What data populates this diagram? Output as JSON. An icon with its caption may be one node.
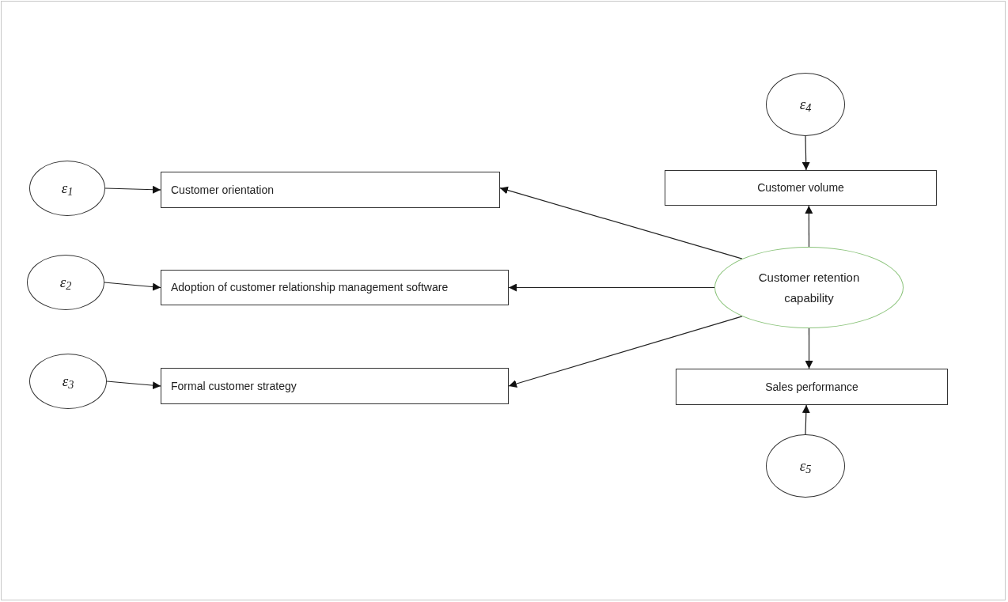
{
  "diagram": {
    "nodes": [
      {
        "text": [
          "ε$_{4}$"
        ]
      },
      {
        "text": [
          "Customer volume"
        ]
      },
      {
        "text": [
          "ε$_{1}$"
        ]
      },
      {
        "text": [
          "Customer orientation"
        ]
      },
      {
        "text": [
          "Customer retention capability"
        ]
      },
      {
        "text": [
          "ε$_{2}$"
        ]
      },
      {
        "text": [
          "Adoption of customer relationship management software"
        ]
      },
      {
        "text": [
          "ε$_{3}$"
        ]
      },
      {
        "text": [
          "Formal customer strategy"
        ]
      },
      {
        "text": [
          "Sales performance"
        ]
      },
      {
        "text": [
          "ε$_{5}$"
        ]
      }
    ],
    "edges": [
      {
        "from": 0,
        "to": 1,
        "arrow": "to"
      },
      {
        "from": 2,
        "to": 3,
        "arrow": "to"
      },
      {
        "from": 4,
        "to": 3,
        "arrow": "to"
      },
      {
        "from": 4,
        "to": 1,
        "arrow": "to"
      },
      {
        "from": 5,
        "to": 6,
        "arrow": "to"
      },
      {
        "from": 4,
        "to": 6,
        "arrow": "to"
      },
      {
        "from": 7,
        "to": 8,
        "arrow": "to"
      },
      {
        "from": 4,
        "to": 8,
        "arrow": "to"
      },
      {
        "from": 4,
        "to": 9,
        "arrow": "to"
      },
      {
        "from": 10,
        "to": 9,
        "arrow": "to"
      }
    ]
  }
}
